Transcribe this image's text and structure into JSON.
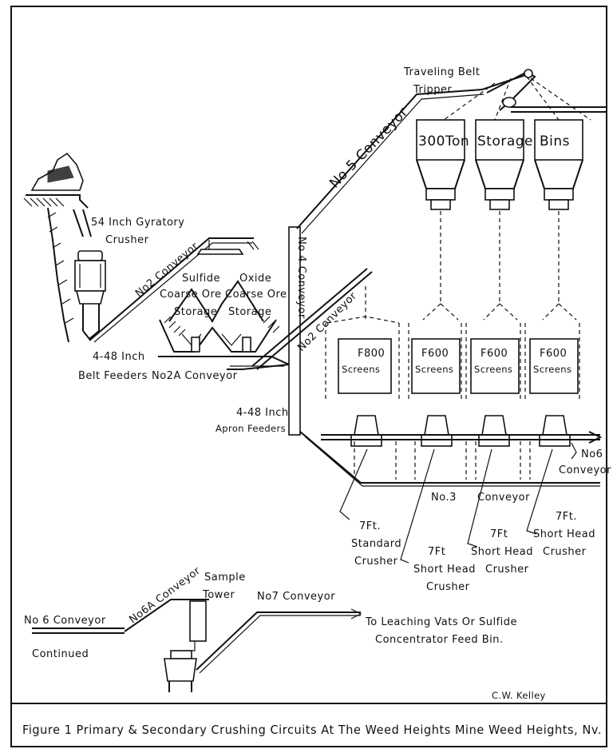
{
  "labels": {
    "traveling_belt": "Traveling Belt",
    "tripper": "Tripper",
    "no5_conveyor": "No 5 Conveyor",
    "storage_bins": [
      "300Ton",
      "Storage",
      "Bins"
    ],
    "gyratory": "54 Inch Gyratory",
    "crusher": "Crusher",
    "no2_conveyor_left": "No2 Conveyor",
    "sulfide_storage": [
      "Sulfide",
      "Coarse Ore",
      "Storage"
    ],
    "oxide_storage": [
      "Oxide",
      "Coarse Ore",
      "Storage"
    ],
    "no4_conveyor": "No 4 Conveyor",
    "no2_conveyor_right": "No2 Conveyor",
    "belt_feeders": [
      "4-48 Inch",
      "Belt Feeders"
    ],
    "no2a_conveyor": "No2A Conveyor",
    "apron_feeders": [
      "4-48 Inch",
      "Apron Feeders"
    ],
    "screen_f800": [
      "F800",
      "Screens"
    ],
    "screen_f600": [
      "F600",
      "Screens"
    ],
    "no6_conveyor": [
      "No6",
      "Conveyor"
    ],
    "no3_conveyor": [
      "No.3",
      "Conveyor"
    ],
    "standard_crusher": [
      "7Ft.",
      "Standard",
      "Crusher"
    ],
    "short_head_1": [
      "7Ft",
      "Short Head",
      "Crusher"
    ],
    "short_head_2": [
      "7Ft",
      "Short Head",
      "Crusher"
    ],
    "short_head_3": [
      "7Ft.",
      "Short Head",
      "Crusher"
    ],
    "no6_continued": [
      "No 6 Conveyor",
      "Continued"
    ],
    "no6a_conveyor": "No6A Conveyor",
    "sample_tower": [
      "Sample",
      "Tower"
    ],
    "no7_conveyor": "No7 Conveyor",
    "destination": [
      "To Leaching Vats Or Sulfide",
      "Concentrator Feed Bin."
    ]
  },
  "signature": "C.W. Kelley",
  "caption": "Figure 1   Primary & Secondary Crushing Circuits At The Weed Heights Mine Weed Heights, Nv."
}
